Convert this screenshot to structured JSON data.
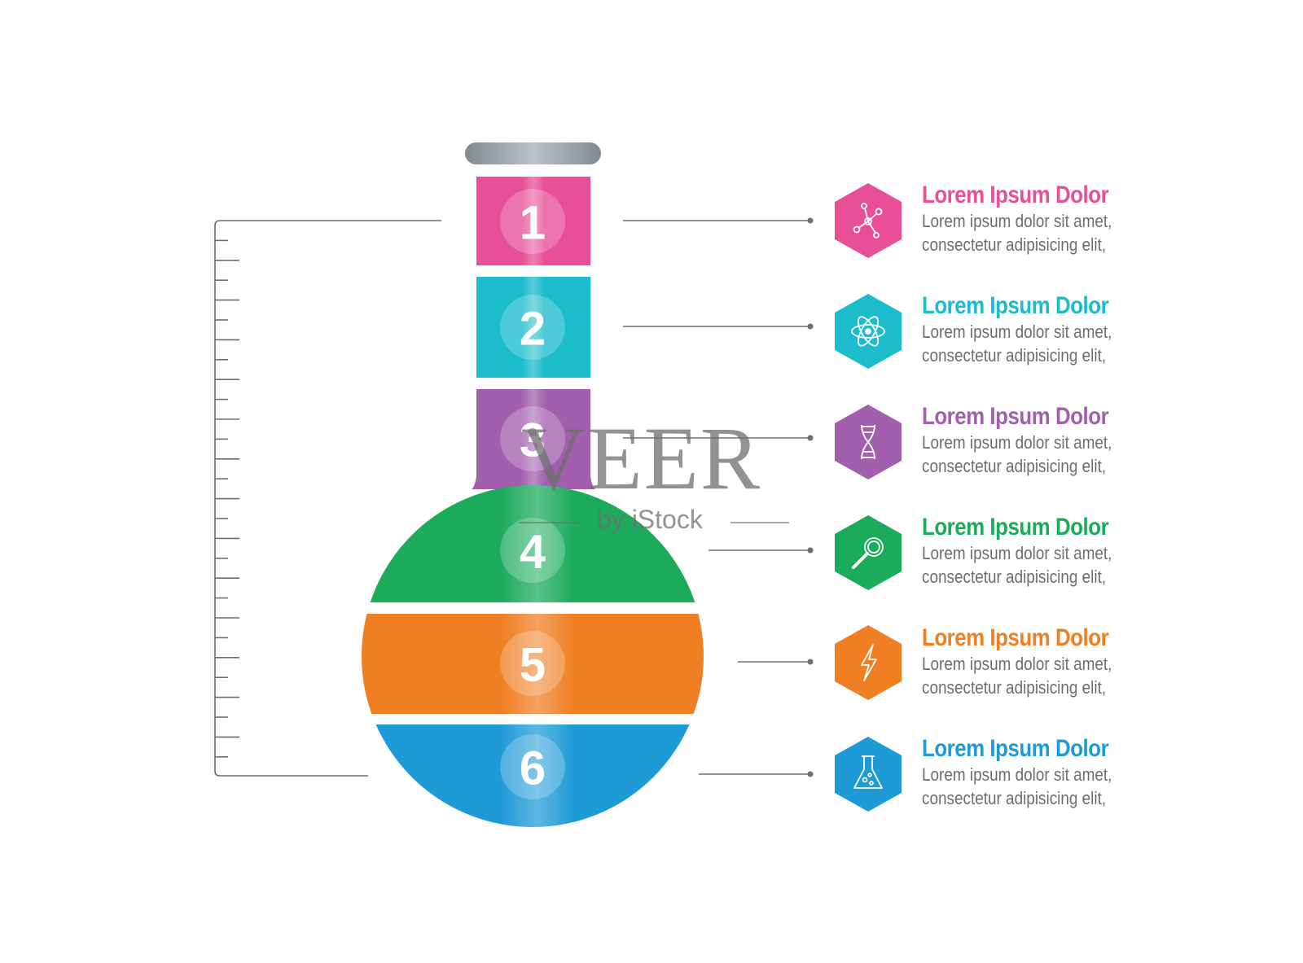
{
  "colors": {
    "pink": "#e84f96",
    "cyan": "#1bbccc",
    "purple": "#a25fae",
    "green": "#1bab5b",
    "orange": "#f07e22",
    "blue": "#1e9ad6",
    "cap": "#8f9aa3",
    "line": "#6d6e71"
  },
  "flask_segments": [
    {
      "number": "1",
      "color": "#e84f96"
    },
    {
      "number": "2",
      "color": "#1bbccc"
    },
    {
      "number": "3",
      "color": "#a25fae"
    },
    {
      "number": "4",
      "color": "#1bab5b"
    },
    {
      "number": "5",
      "color": "#f07e22"
    },
    {
      "number": "6",
      "color": "#1e9ad6"
    }
  ],
  "items": [
    {
      "icon": "molecule-icon",
      "title": "Lorem Ipsum Dolor",
      "line1": "Lorem ipsum dolor sit amet,",
      "line2": "consectetur adipisicing elit,",
      "color": "#e84f96"
    },
    {
      "icon": "atom-icon",
      "title": "Lorem Ipsum Dolor",
      "line1": "Lorem ipsum dolor sit amet,",
      "line2": "consectetur adipisicing elit,",
      "color": "#1bbccc"
    },
    {
      "icon": "dna-icon",
      "title": "Lorem Ipsum Dolor",
      "line1": "Lorem ipsum dolor sit amet,",
      "line2": "consectetur adipisicing elit,",
      "color": "#a25fae"
    },
    {
      "icon": "magnifier-icon",
      "title": "Lorem Ipsum Dolor",
      "line1": "Lorem ipsum dolor sit amet,",
      "line2": "consectetur adipisicing elit,",
      "color": "#1bab5b"
    },
    {
      "icon": "lightning-icon",
      "title": "Lorem Ipsum Dolor",
      "line1": "Lorem ipsum dolor sit amet,",
      "line2": "consectetur adipisicing elit,",
      "color": "#f07e22"
    },
    {
      "icon": "flask-icon",
      "title": "Lorem Ipsum Dolor",
      "line1": "Lorem ipsum dolor sit amet,",
      "line2": "consectetur adipisicing elit,",
      "color": "#1e9ad6"
    }
  ],
  "watermark": {
    "main": "VEER",
    "sub": "by iStock"
  }
}
